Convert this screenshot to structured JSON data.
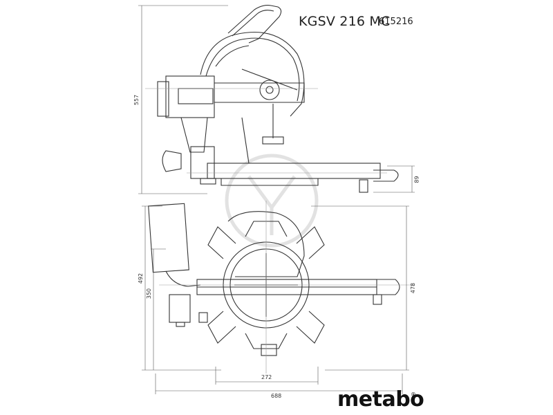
{
  "header": {
    "model": "KGSV 216 MC",
    "article_number": "615216"
  },
  "brand": {
    "logo_text": "metabo",
    "registered": "®"
  },
  "dimensions": {
    "height_total": "557",
    "height_table": "89",
    "depth_total": "492",
    "depth_base": "350",
    "depth_right": "478",
    "width_base": "272",
    "width_total": "688"
  },
  "colors": {
    "line": "#333333",
    "thin": "#777777",
    "watermark": "#dddddd"
  }
}
